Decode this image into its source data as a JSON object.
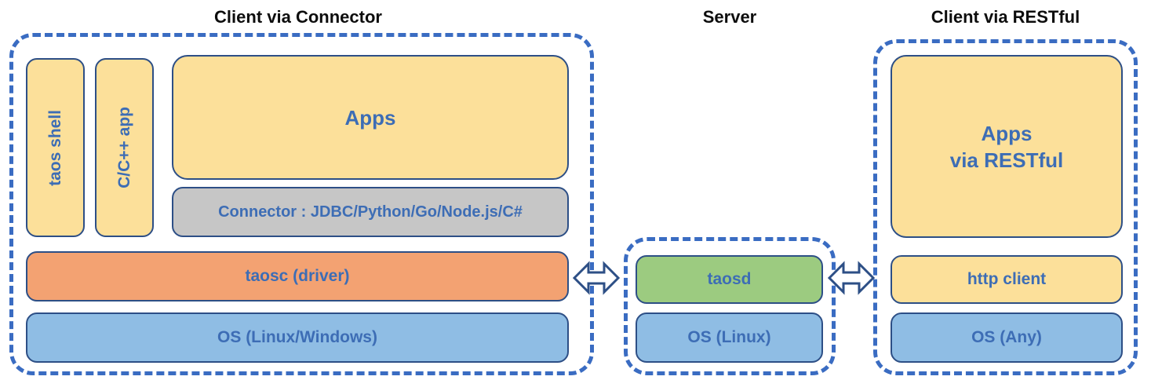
{
  "diagram": {
    "title_connector": "Client via Connector",
    "title_server": "Server",
    "title_restful": "Client via RESTful",
    "colors": {
      "panel_border": "#3a6cc2",
      "block_border": "#2d4f86",
      "text_blue": "#3d6db5",
      "title_black": "#0d0d0d",
      "yellow": "#fce09a",
      "orange": "#f3a272",
      "blue": "#8fbde4",
      "green": "#9ccb80",
      "gray": "#c6c6c6",
      "background": "#ffffff"
    },
    "client_connector": {
      "taos_shell": "taos shell",
      "cpp_app": "C/C++ app",
      "apps": "Apps",
      "connector": "Connector : JDBC/Python/Go/Node.js/C#",
      "taosc": "taosc (driver)",
      "os": "OS (Linux/Windows)"
    },
    "server": {
      "taosd": "taosd",
      "os": "OS (Linux)"
    },
    "client_restful": {
      "apps_line1": "Apps",
      "apps_line2": "via RESTful",
      "http_client": "http client",
      "os": "OS (Any)"
    },
    "arrows": {
      "left_label": "bidirectional-arrow",
      "right_label": "bidirectional-arrow"
    }
  }
}
